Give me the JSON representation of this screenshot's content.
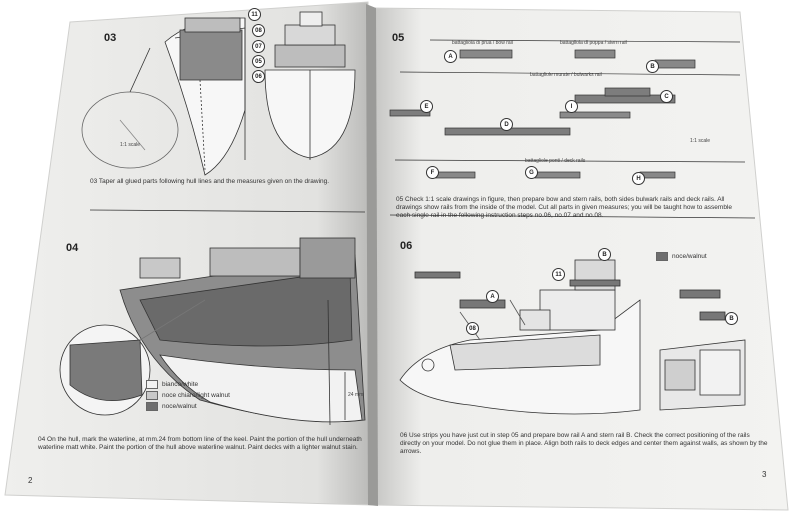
{
  "left_page": {
    "step03": {
      "number": "03",
      "scale_label": "1:1 scale",
      "caption": "03 Taper all glued parts following hull lines and the measures given on the drawing.",
      "tags": [
        "11",
        "08",
        "07",
        "05",
        "06"
      ]
    },
    "step04": {
      "number": "04",
      "waterline_label": "24 mm",
      "caption": "04 On the hull, mark the waterline, at mm.24 from bottom line of the keel. Paint the portion of the hull underneath waterline matt white. Paint the portion of the hull above waterline walnut. Paint decks with a lighter walnut stain.",
      "legend": [
        {
          "label": "bianco/white",
          "color": "#f2f2f2"
        },
        {
          "label": "noce chiaro/light walnut",
          "color": "#c8c8c8"
        },
        {
          "label": "noce/walnut",
          "color": "#6e6e6e"
        }
      ]
    },
    "page_number": "2"
  },
  "right_page": {
    "step05": {
      "number": "05",
      "headers": [
        "battagliola di prua / bow rail",
        "battagliola di poppa / stern rail",
        "battagliole murate / bulwarks rail",
        "battagliole ponti / deck rails"
      ],
      "scale_label": "1:1 scale",
      "caption": "05 Check 1:1 scale drawings in figure, then prepare bow and stern rails, both sides bulwark rails and deck rails. All drawings show rails from the inside of the model. Cut all parts in given measures; you will be taught how to assemble each single rail in the following instruction steps no.06, no.07 and no.08.",
      "part_tags": [
        "A",
        "B",
        "C",
        "D",
        "E",
        "F",
        "G",
        "H",
        "I"
      ]
    },
    "step06": {
      "number": "06",
      "legend_label": "noce/walnut",
      "tags": [
        "B",
        "11",
        "A",
        "08",
        "B"
      ],
      "caption": "06 Use strips you have just cut in step 05 and prepare bow rail A and stern rail B. Check the correct positioning of the rails directly on your model. Do not glue them in place. Align both rails to deck edges and center them against walls, as shown by the arrows."
    },
    "page_number": "3"
  },
  "colors": {
    "paper": "#f4f4f2",
    "shadow": "#9a9a98",
    "ink": "#222222",
    "dark_part": "#5a5a5a",
    "mid_part": "#a9a9a9"
  }
}
